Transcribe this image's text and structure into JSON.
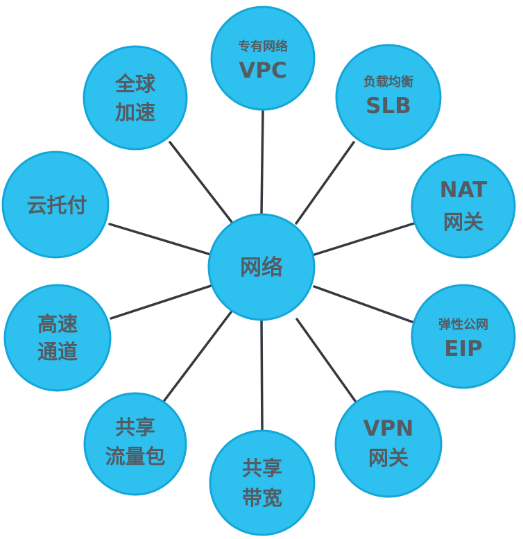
{
  "hub": {
    "label": "网络"
  },
  "nodes": [
    {
      "id": "vpc",
      "lines": [
        "专有网络",
        "VPC"
      ]
    },
    {
      "id": "slb",
      "lines": [
        "负载均衡",
        "SLB"
      ]
    },
    {
      "id": "nat",
      "lines": [
        "NAT",
        "网关"
      ]
    },
    {
      "id": "eip",
      "lines": [
        "弹性公网",
        "EIP"
      ]
    },
    {
      "id": "vpn",
      "lines": [
        "VPN",
        "网关"
      ]
    },
    {
      "id": "bandwidth",
      "lines": [
        "共享",
        "带宽"
      ]
    },
    {
      "id": "traffic",
      "lines": [
        "共享",
        "流量包"
      ]
    },
    {
      "id": "express",
      "lines": [
        "高速",
        "通道"
      ]
    },
    {
      "id": "hosting",
      "lines": [
        "云托付"
      ]
    },
    {
      "id": "accelerate",
      "lines": [
        "全球",
        "加速"
      ]
    }
  ],
  "colors": {
    "node_fill": "#2ec0ef",
    "node_stroke": "#14a6d8",
    "connector": "#333a40",
    "text": "#555b60"
  }
}
